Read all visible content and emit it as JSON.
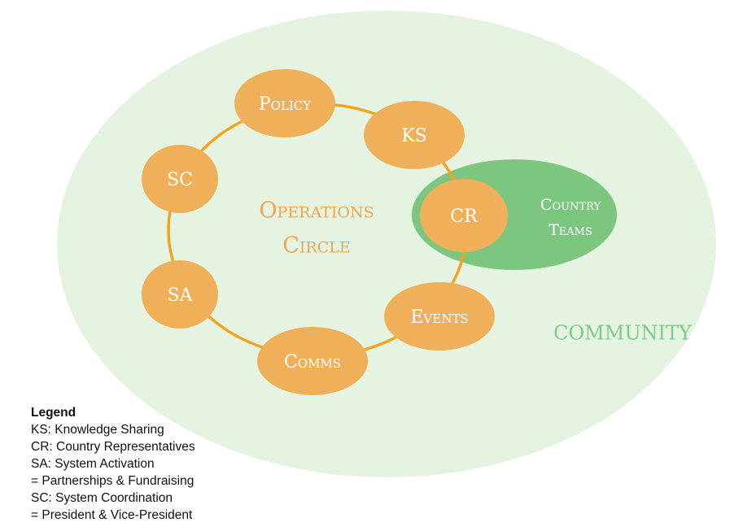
{
  "diagram": {
    "colors": {
      "community_fill": "#e4f4e1",
      "teams_fill": "#7cc67f",
      "node_fill": "#f0b05a",
      "ring_stroke": "#f5a31f",
      "center_text": "#f0a550",
      "community_text": "#7fca87"
    },
    "community_label": "COMMUNITY",
    "center_label_line1": "Operations",
    "center_label_line2": "Circle",
    "country_teams_line1": "Country",
    "country_teams_line2": "Teams",
    "nodes": {
      "policy": "Policy",
      "ks": "KS",
      "cr": "CR",
      "events": "Events",
      "comms": "Comms",
      "sa": "SA",
      "sc": "SC"
    }
  },
  "legend": {
    "title": "Legend",
    "items": [
      "KS: Knowledge Sharing",
      "CR: Country Representatives",
      "SA: System Activation",
      "= Partnerships & Fundraising",
      "SC: System Coordination",
      "= President & Vice-President"
    ]
  }
}
